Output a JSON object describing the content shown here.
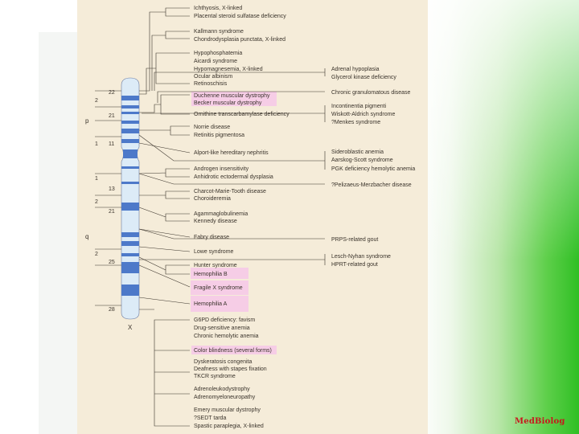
{
  "diagram": {
    "chromosome_name": "X",
    "arm_labels": {
      "p": "p",
      "q": "q"
    },
    "band_labels": [
      "22",
      "2",
      "21",
      "1",
      "11",
      "1",
      "13",
      "2",
      "21",
      "2",
      "25",
      "28"
    ],
    "disease_groups": [
      [
        "Ichthyosis, X-linked",
        "Placental steroid sulfatase deficiency"
      ],
      [
        "Kallmann syndrome",
        "Chondrodysplasia punctata, X-linked"
      ],
      [
        "Hypophosphatemia",
        "Aicardi syndrome",
        "Hypomagnesemia, X-linked",
        "Ocular albinism",
        "Retinoschisis"
      ],
      [
        "Duchenne muscular dystrophy",
        "Becker muscular dystrophy",
        "Ornithine transcarbamylase deficiency"
      ],
      [
        "Norrie disease",
        "Retinitis pigmentosa"
      ],
      [
        "Alport-like hereditary nephritis"
      ],
      [
        "Androgen insensitivity",
        "Anhidrotic ectodermal dysplasia"
      ],
      [
        "Charcot-Marie-Tooth disease",
        "Choroideremia"
      ],
      [
        "Agammaglobulinemia",
        "Kennedy disease"
      ],
      [
        "Fabry disease"
      ],
      [
        "Lowe syndrome"
      ],
      [
        "Hunter syndrome",
        "Hemophilia B"
      ],
      [
        "Fragile X syndrome"
      ],
      [
        "Hemophilia A"
      ],
      [
        "G6PD deficiency: favism",
        "Drug-sensitive anemia",
        "Chronic hemolytic anemia"
      ],
      [
        "Color blindness (several forms)"
      ],
      [
        "Dyskeratosis congenita",
        "Deafness with stapes fixation",
        "TKCR syndrome"
      ],
      [
        "Adrenoleukodystrophy",
        "Adrenomyeloneuropathy"
      ],
      [
        "Emery muscular dystrophy",
        "?SEDT tarda",
        "Spastic paraplegia, X-linked"
      ]
    ],
    "right_groups": [
      [
        "Adrenal hypoplasia",
        "Glycerol kinase deficiency"
      ],
      [
        "Chronic granulomatous disease"
      ],
      [
        "Incontinentia pigmenti",
        "Wiskott-Aldrich syndrome",
        "?Menkes syndrome"
      ],
      [
        "Sideroblastic anemia",
        "Aarskog-Scott syndrome",
        "PGK deficiency hemolytic anemia"
      ],
      [
        "?Pelizaeus-Merzbacher disease"
      ],
      [
        "PRPS-related gout"
      ],
      [
        "Lesch-Nyhan syndrome",
        "HPRT-related gout"
      ]
    ],
    "highlight_color": "#f6cde6"
  },
  "branding": {
    "text": "MedBiolog",
    "color": "#c8161d"
  }
}
